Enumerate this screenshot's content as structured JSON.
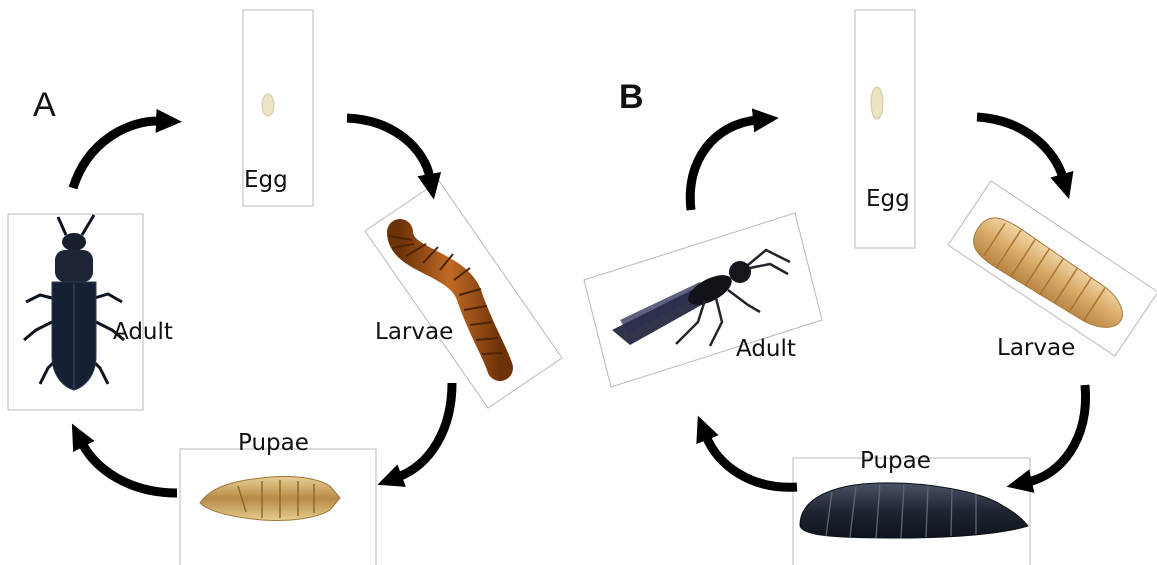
{
  "panels": [
    {
      "label": "A",
      "stages": {
        "egg": "Egg",
        "larvae": "Larvae",
        "pupae": "Pupae",
        "adult": "Adult"
      }
    },
    {
      "label": "B",
      "stages": {
        "egg": "Egg",
        "larvae": "Larvae",
        "pupae": "Pupae",
        "adult": "Adult"
      }
    }
  ]
}
